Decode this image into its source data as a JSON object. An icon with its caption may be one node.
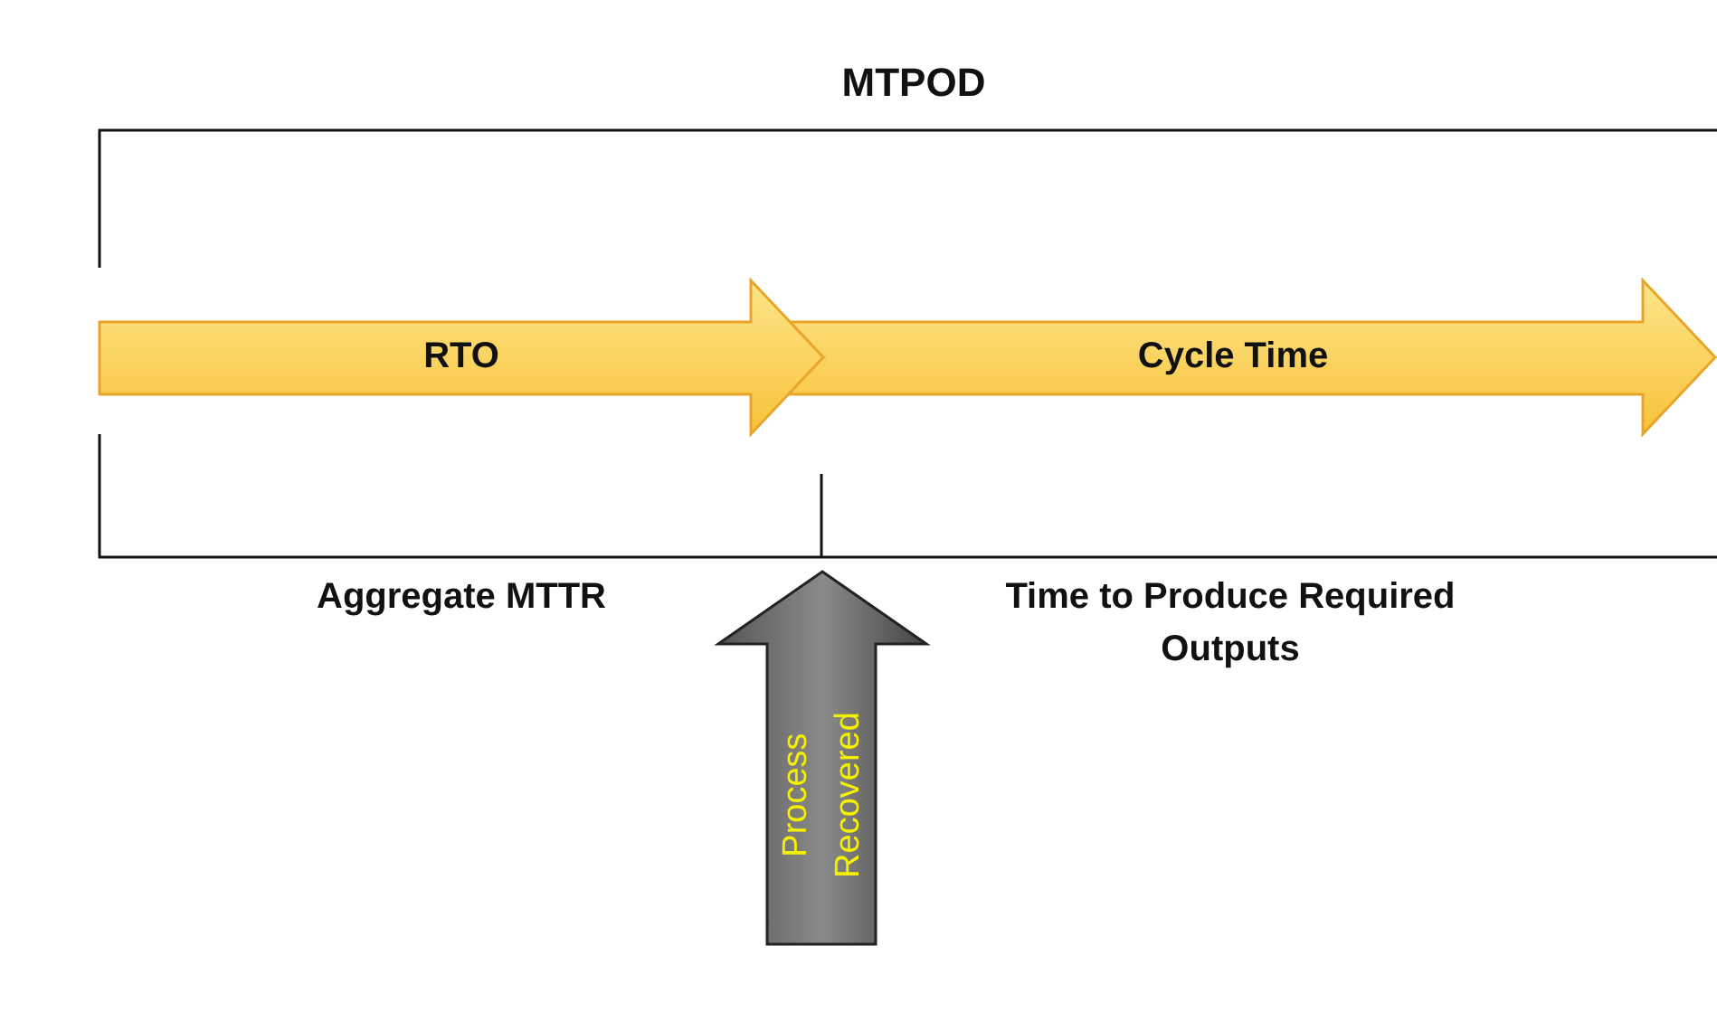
{
  "diagram": {
    "nodes": [
      {
        "text": [
          "RTO"
        ]
      },
      {
        "text": [
          "Cycle Time"
        ]
      },
      {
        "text": [
          "Process Recovered"
        ]
      }
    ],
    "labels": [
      "MTPOD",
      "Aggregate MTTR",
      "Time to Produce Required Outputs"
    ]
  }
}
